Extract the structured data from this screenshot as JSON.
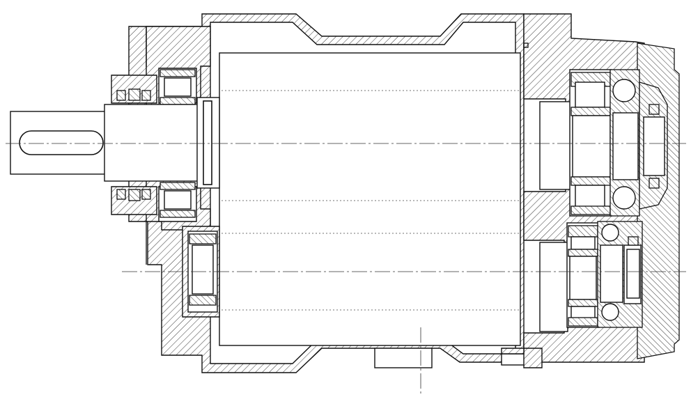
{
  "drawing": {
    "type": "mechanical cross-section",
    "background": "#ffffff",
    "line_color": "#111111",
    "components": [
      "housing",
      "drive-shaft",
      "keyway",
      "rotor-cylinder",
      "end-cover",
      "shaft-seal",
      "front-roller-bearing",
      "lower-roller-bearing",
      "rear-roller-bearing-upper",
      "rear-ball-bearing-upper",
      "rear-roller-bearing-lower",
      "rear-ball-bearing-lower"
    ]
  }
}
